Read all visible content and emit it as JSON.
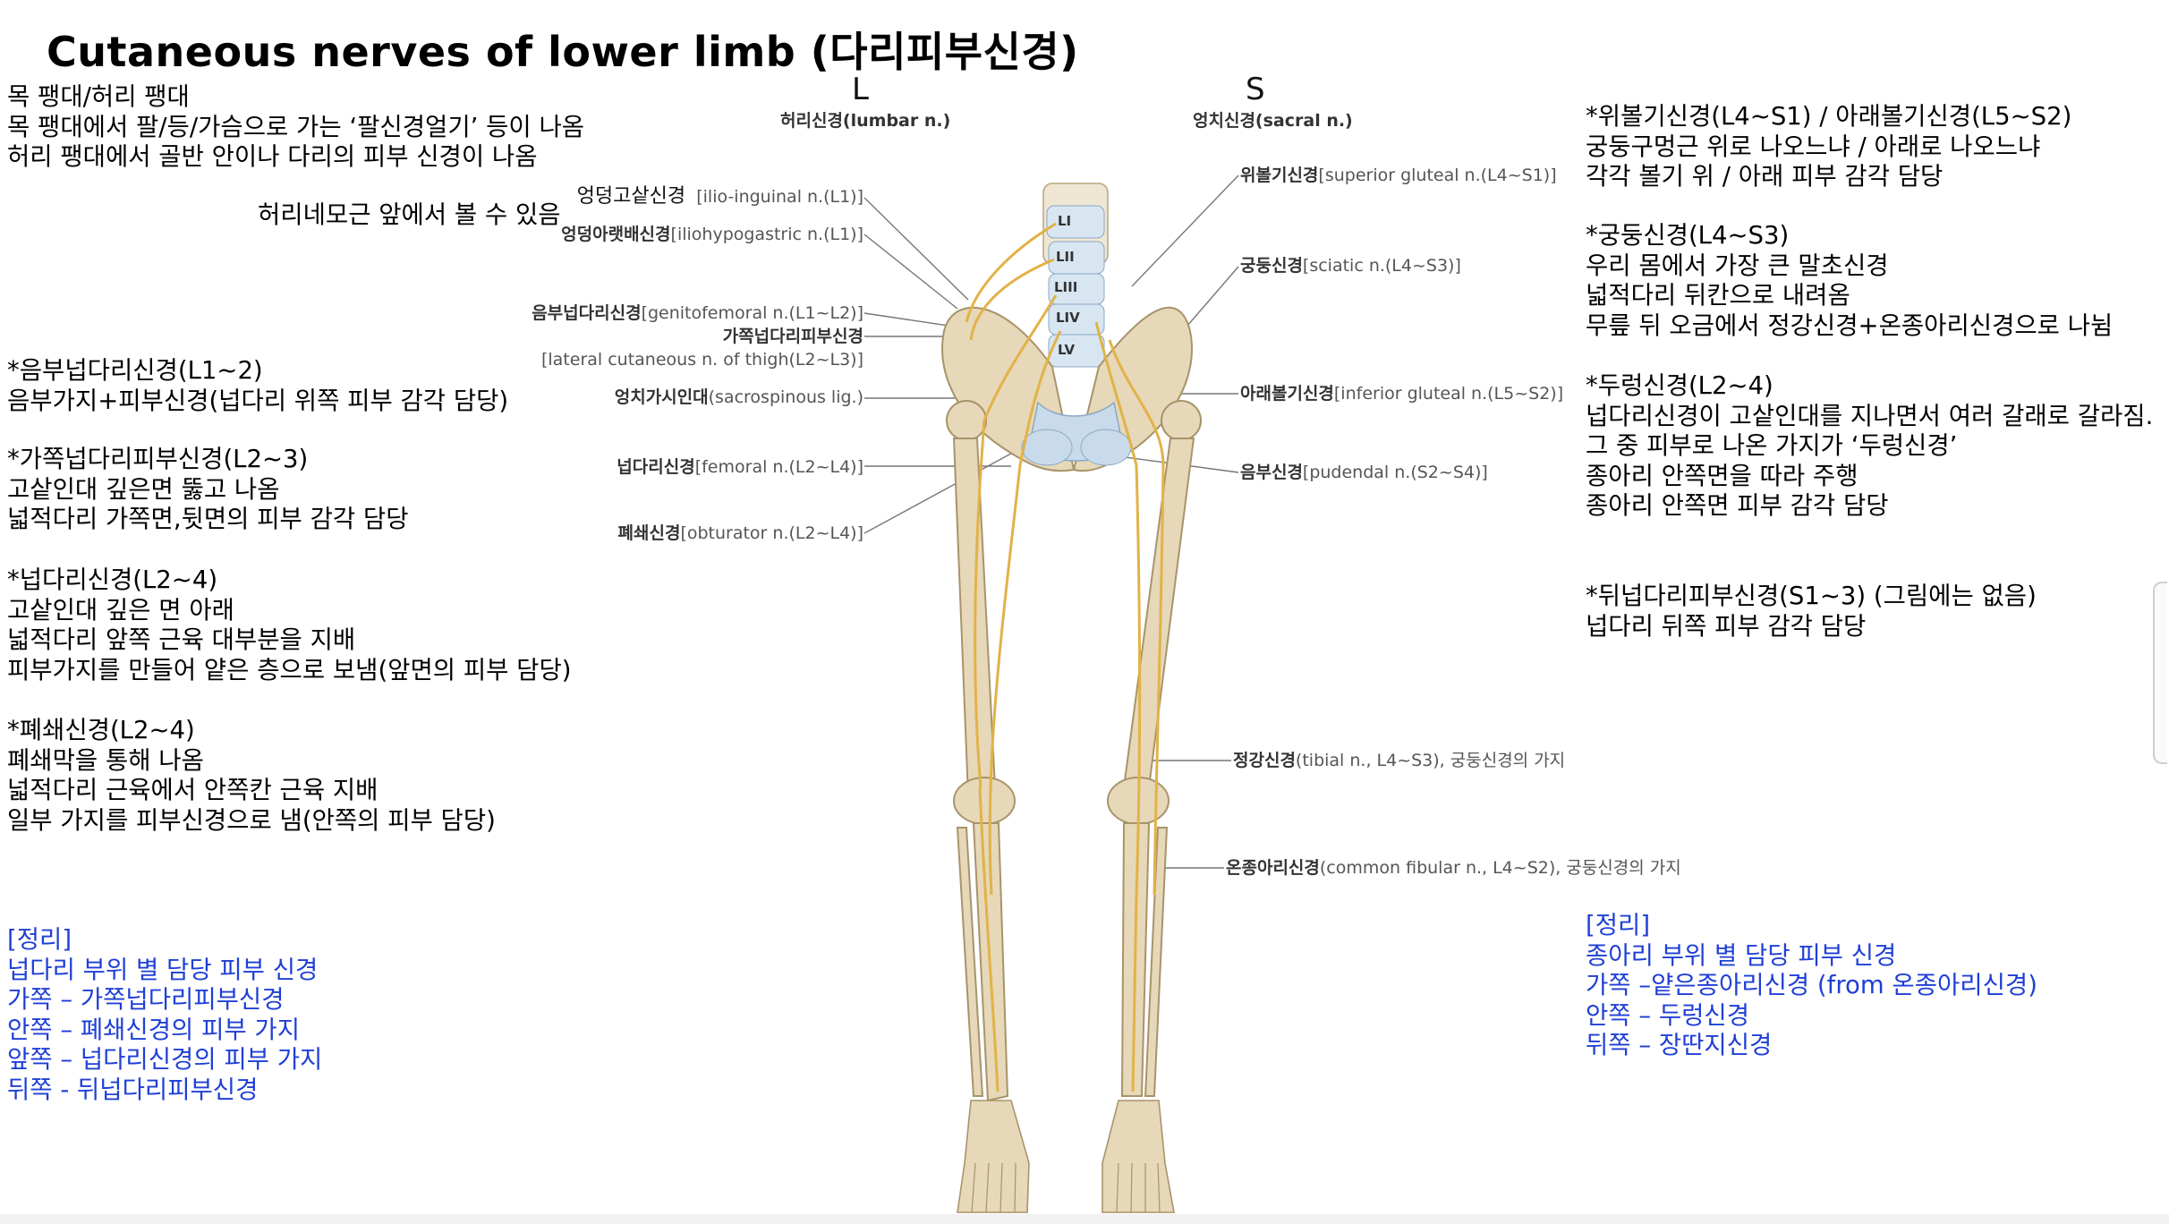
{
  "title": "Cutaneous nerves of lower limb (다리피부신경)",
  "intro": {
    "lines": [
      "목 팽대/허리 팽대",
      "목 팽대에서 팔/등/가슴으로 가는 ‘팔신경얼기’ 등이 나옴",
      "허리 팽대에서 골반 안이나 다리의 피부 신경이 나옴"
    ],
    "note": "허리네모근 앞에서 볼 수 있음"
  },
  "left_notes": [
    {
      "lines": [
        "*음부넙다리신경(L1~2)",
        "음부가지+피부신경(넙다리 위쪽 피부 감각 담당)"
      ]
    },
    {
      "lines": [
        "*가쪽넙다리피부신경(L2~3)",
        "고샅인대 깊은면 뚫고 나옴",
        "넓적다리 가쪽면,뒷면의 피부 감각 담당"
      ]
    },
    {
      "lines": [
        "*넙다리신경(L2~4)",
        "고샅인대 깊은 면 아래",
        "넓적다리 앞쪽 근육 대부분을 지배",
        "피부가지를 만들어 얕은 층으로 보냄(앞면의 피부 담당)"
      ]
    },
    {
      "lines": [
        "*폐쇄신경(L2~4)",
        "폐쇄막을 통해 나옴",
        "넓적다리 근육에서 안쪽칸 근육 지배",
        "일부 가지를 피부신경으로 냄(안쪽의 피부 담당)"
      ]
    }
  ],
  "left_summary": [
    "[정리]",
    "넙다리 부위 별 담당 피부 신경",
    "가쪽 – 가쪽넙다리피부신경",
    "안쪽 – 폐쇄신경의 피부 가지",
    "앞쪽 – 넙다리신경의 피부 가지",
    "뒤쪽 - 뒤넙다리피부신경"
  ],
  "right_notes": [
    {
      "lines": [
        "*위볼기신경(L4~S1) / 아래볼기신경(L5~S2)",
        "궁둥구멍근 위로 나오느냐 / 아래로 나오느냐",
        "각각 볼기 위 / 아래 피부 감각 담당"
      ]
    },
    {
      "lines": [
        "*궁둥신경(L4~S3)",
        "우리 몸에서 가장 큰 말초신경",
        "넓적다리 뒤칸으로 내려옴",
        "무릎 뒤 오금에서 정강신경+온종아리신경으로 나뉨"
      ]
    },
    {
      "lines": [
        "*두렁신경(L2~4)",
        "넙다리신경이 고샅인대를 지나면서 여러 갈래로 갈라짐.",
        "그 중 피부로 나온 가지가 ‘두렁신경’",
        "종아리 안쪽면을 따라 주행",
        "종아리 안쪽면 피부 감각 담당"
      ]
    },
    {
      "lines": [
        "*뒤넙다리피부신경(S1~3) (그림에는 없음)",
        "넙다리 뒤쪽 피부 감각 담당"
      ]
    }
  ],
  "right_summary": [
    "[정리]",
    "종아리 부위 별 담당 피부 신경",
    "가쪽 –얕은종아리신경 (from 온종아리신경)",
    "안쪽 – 두렁신경",
    "뒤쪽 – 장딴지신경"
  ],
  "figure": {
    "letter_l": "L",
    "letter_s": "S",
    "header_lumbar": "허리신경(lumbar n.)",
    "header_sacral": "엉치신경(sacral n.)",
    "vertebrae": [
      "LI",
      "LII",
      "LIII",
      "LIV",
      "LV"
    ],
    "left_labels": [
      {
        "ko": "엉덩고샅신경",
        "en": "[ilio-inguinal n.(L1)]"
      },
      {
        "ko": "엉덩아랫배신경",
        "en": "[iliohypogastric n.(L1)]"
      },
      {
        "ko": "음부넙다리신경",
        "en": "[genitofemoral n.(L1~L2)]"
      },
      {
        "ko": "가쪽넙다리피부신경",
        "en": "[lateral cutaneous n. of thigh(L2~L3)]"
      },
      {
        "ko": "엉치가시인대",
        "en": "(sacrospinous lig.)"
      },
      {
        "ko": "넙다리신경",
        "en": "[femoral n.(L2~L4)]"
      },
      {
        "ko": "폐쇄신경",
        "en": "[obturator n.(L2~L4)]"
      }
    ],
    "right_labels": [
      {
        "ko": "위볼기신경",
        "en": "[superior gluteal n.(L4~S1)]"
      },
      {
        "ko": "궁둥신경",
        "en": "[sciatic n.(L4~S3)]"
      },
      {
        "ko": "아래볼기신경",
        "en": "[inferior gluteal n.(L5~S2)]"
      },
      {
        "ko": "음부신경",
        "en": "[pudendal n.(S2~S4)]"
      },
      {
        "ko": "정강신경",
        "en": "(tibial n., L4~S3), 궁둥신경의 가지"
      },
      {
        "ko": "온종아리신경",
        "en": "(common fibular n., L4~S2), 궁둥신경의 가지"
      }
    ]
  },
  "colors": {
    "summary_blue": "#1f3fd6",
    "bone": "#e6d8b8",
    "nerve": "#e2b248",
    "ligament": "#a9c6e0"
  }
}
